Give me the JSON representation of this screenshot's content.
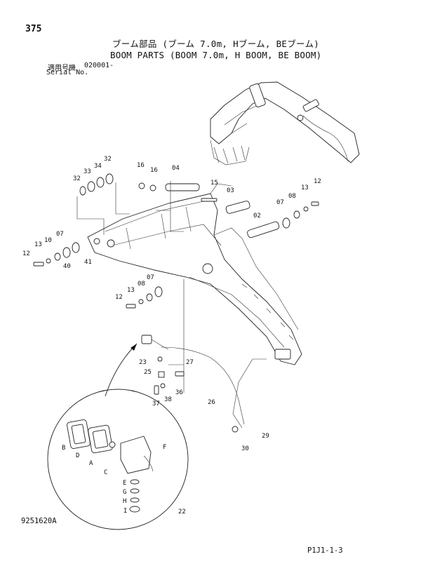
{
  "page": {
    "number": "375",
    "title_jp": "ブーム部品 (ブーム 7.0m, Hブーム, BEブーム)",
    "title_en": "BOOM PARTS (BOOM 7.0m, H BOOM, BE BOOM)",
    "serial_label_jp": "適用号機",
    "serial_label_en": "Serial No.",
    "serial_value": "020001-",
    "figure_number": "9251620A",
    "page_ref": "P1J1-1-3"
  },
  "callouts": {
    "c32a": "32",
    "c34": "34",
    "c33": "33",
    "c32b": "32",
    "c16a": "16",
    "c16b": "16",
    "c04": "04",
    "c15": "15",
    "c03": "03",
    "c13a": "13",
    "c12a": "12",
    "c08a": "08",
    "c07a": "07",
    "c02": "02",
    "c07b": "07",
    "c10": "10",
    "c13b": "13",
    "c12b": "12",
    "c40": "40",
    "c41": "41",
    "c07c": "07",
    "c08b": "08",
    "c13c": "13",
    "c12c": "12",
    "c23": "23",
    "c25": "25",
    "c27": "27",
    "c36": "36",
    "c37": "37",
    "c38": "38",
    "c26": "26",
    "c29": "29",
    "c30": "30",
    "c22": "22",
    "cB": "B",
    "cD": "D",
    "cA": "A",
    "cC": "C",
    "cF": "F",
    "cE": "E",
    "cG": "G",
    "cH": "H",
    "cI": "I"
  }
}
